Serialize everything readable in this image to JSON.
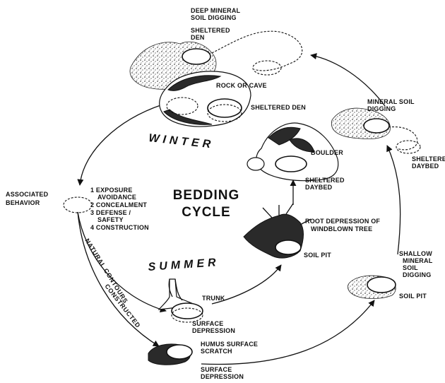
{
  "center": {
    "title_line1": "BEDDING",
    "title_line2": "CYCLE"
  },
  "seasons": {
    "winter": "WINTER",
    "summer": "SUMMER"
  },
  "behavior": {
    "label_line1": "ASSOCIATED",
    "label_line2": "BEHAVIOR",
    "items": [
      "1 EXPOSURE",
      "AVOIDANCE",
      "2 CONCEALMENT",
      "3 DEFENSE /",
      "SAFETY",
      "4 CONSTRUCTION"
    ]
  },
  "paths": {
    "natural": "NATURAL CONTOURS",
    "constructed": "CONSTRUCTED"
  },
  "labels": {
    "deep_mineral_1": "DEEP MINERAL",
    "deep_mineral_2": "SOIL DIGGING",
    "sheltered_den_top_1": "SHELTERED",
    "sheltered_den_top_2": "DEN",
    "rock_or_cave": "ROCK OR CAVE",
    "sheltered_den": "SHELTERED DEN",
    "mineral_soil_1": "MINERAL SOIL",
    "mineral_soil_2": "DIGGING",
    "sheltered_daybed_r1": "SHELTERED",
    "sheltered_daybed_r2": "DAYBED",
    "boulder": "BOULDER",
    "sheltered_daybed_c1": "SHELTERED",
    "sheltered_daybed_c2": "DAYBED",
    "root_depression_1": "ROOT DEPRESSION OF",
    "root_depression_2": "WINDBLOWN TREE",
    "soil_pit_1": "SOIL PIT",
    "shallow_1": "SHALLOW",
    "shallow_2": "MINERAL",
    "shallow_3": "SOIL",
    "shallow_4": "DIGGING",
    "soil_pit_2": "SOIL PIT",
    "trunk": "TRUNK",
    "surface_depression_1a": "SURFACE",
    "surface_depression_1b": "DEPRESSION",
    "humus_1": "HUMUS SURFACE",
    "humus_2": "SCRATCH",
    "surface_depression_2a": "SURFACE",
    "surface_depression_2b": "DEPRESSION"
  }
}
